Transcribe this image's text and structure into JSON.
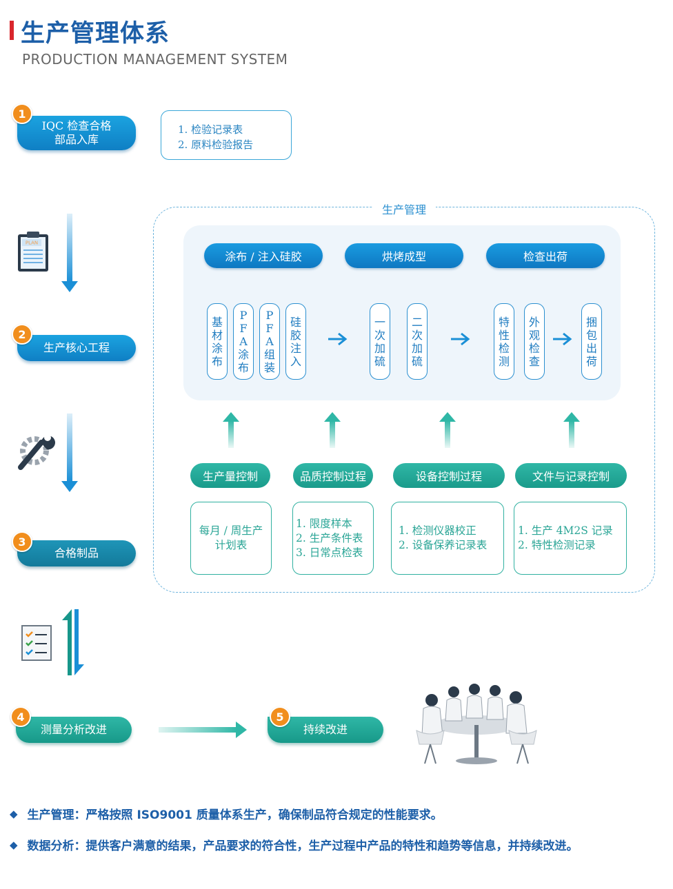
{
  "header": {
    "title": "生产管理体系",
    "subtitle": "PRODUCTION MANAGEMENT SYSTEM"
  },
  "steps": [
    {
      "number": "1",
      "line1": "IQC 检查合格",
      "line2": "部品入库"
    },
    {
      "number": "2",
      "line1": "生产核心工程"
    },
    {
      "number": "3",
      "line1": "合格制品"
    },
    {
      "number": "4",
      "line1": "测量分析改进"
    },
    {
      "number": "5",
      "line1": "持续改进"
    }
  ],
  "iqc_notes": [
    "1. 检验记录表",
    "2. 原料检验报告"
  ],
  "plan_icon": {
    "text": "PLAN",
    "icon": "clipboard-plan-icon"
  },
  "production": {
    "label": "生产管理",
    "stages": [
      "涂布 / 注入硅胶",
      "烘烤成型",
      "检查出荷"
    ],
    "process_steps": [
      "基材涂布",
      "PFA涂布",
      "PFA组装",
      "硅胶注入",
      "一次加硫",
      "二次加硫",
      "特性检测",
      "外观检查",
      "捆包出荷"
    ],
    "controls": [
      "生产量控制",
      "品质控制过程",
      "设备控制过程",
      "文件与记录控制"
    ],
    "control_details": [
      [
        "每月 / 周生产",
        "计划表"
      ],
      [
        "1. 限度样本",
        "2. 生产条件表",
        "3. 日常点检表"
      ],
      [
        "1. 检测仪器校正",
        "2. 设备保养记录表"
      ],
      [
        "1. 生产 4M2S 记录",
        "2. 特性检测记录"
      ]
    ]
  },
  "footer": {
    "line1_label": "生产管理：",
    "line1_text": "严格按照 ISO9001 质量体系生产，确保制品符合规定的性能要求。",
    "line2_label": "数据分析：",
    "line2_text": "提供客户满意的结果，产品要求的符合性，生产过程中产品的特性和趋势等信息，并持续改进。"
  },
  "colors": {
    "title_blue": "#1d5fa8",
    "accent_red": "#d9262c",
    "badge_orange": "#f18e1d",
    "stage_blue": "#1a9be0",
    "control_teal": "#2fb7a6"
  }
}
